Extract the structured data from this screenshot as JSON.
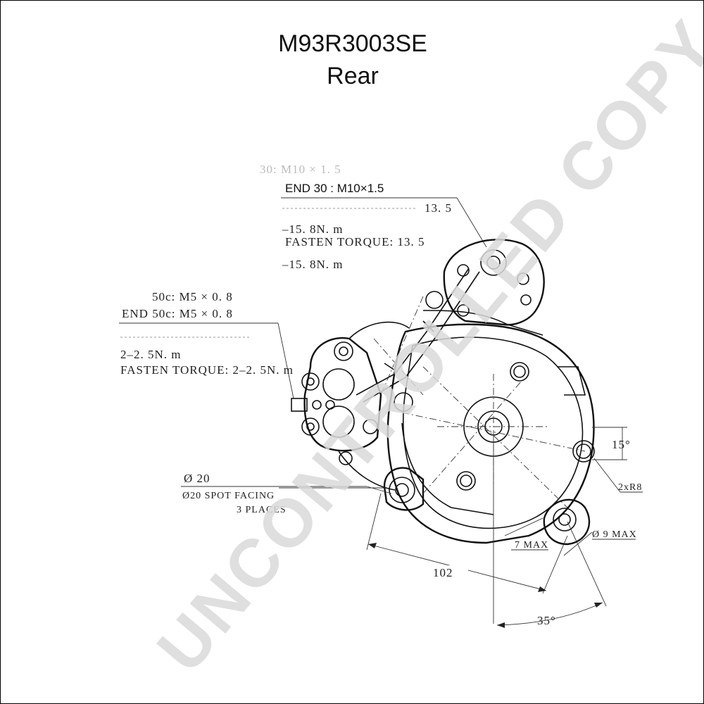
{
  "title": "M93R3003SE",
  "subtitle": "Rear",
  "watermark": "UNCONTROLLED COPY",
  "annotations": {
    "end30_ghost": "30:  M10 × 1. 5",
    "end30_label": "END 30 : M10×1.5",
    "torque_ghost_value": "13. 5",
    "torque_ghost_range": "–15. 8N. m",
    "end30_torque": "FASTEN  TORQUE: 13. 5",
    "end30_torque_range": "–15. 8N. m",
    "end50_ghost": "50c:  M5 × 0. 8",
    "end50_label": "END  50c:  M5 × 0. 8",
    "end50_torque_range": "2–2. 5N. m",
    "end50_torque": "FASTEN  TORQUE: 2–2. 5N. m",
    "spot_ghost": "Ø  20",
    "spot_facing": "Ø20 SPOT FACING",
    "spot_places": "3  PLACES",
    "angle_15": "15°",
    "radius": "2xR8",
    "dia_9": "Ø 9  MAX",
    "max_7": "7  MAX",
    "dim_102": "102",
    "angle_35": "35°"
  }
}
